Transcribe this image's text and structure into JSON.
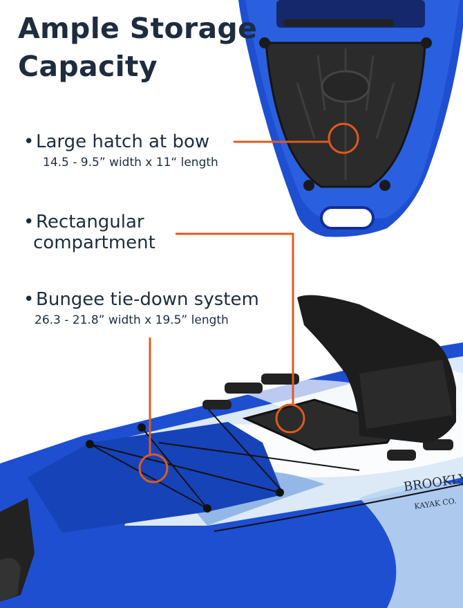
{
  "title": {
    "line1": "Ample Storage",
    "line2": "Capacity"
  },
  "features": [
    {
      "bullet": "•",
      "label": "Large hatch at bow",
      "dimensions": "14.5 - 9.5” width x 11“ length"
    },
    {
      "bullet": "•",
      "label_line1": "Rectangular",
      "label_line2": "compartment"
    },
    {
      "bullet": "•",
      "label": "Bungee tie-down system",
      "dimensions": "26.3 - 21.8” width x 19.5” length"
    }
  ],
  "kayak_branding": {
    "brand": "BROOKLYN",
    "sub": "KAYAK CO."
  },
  "colors": {
    "title": "#1d2c3f",
    "callout": "#e05a1c",
    "hull_blue": "#1e4fd0",
    "hull_light": "#dce9f6",
    "hatch": "#2b2b2b"
  }
}
